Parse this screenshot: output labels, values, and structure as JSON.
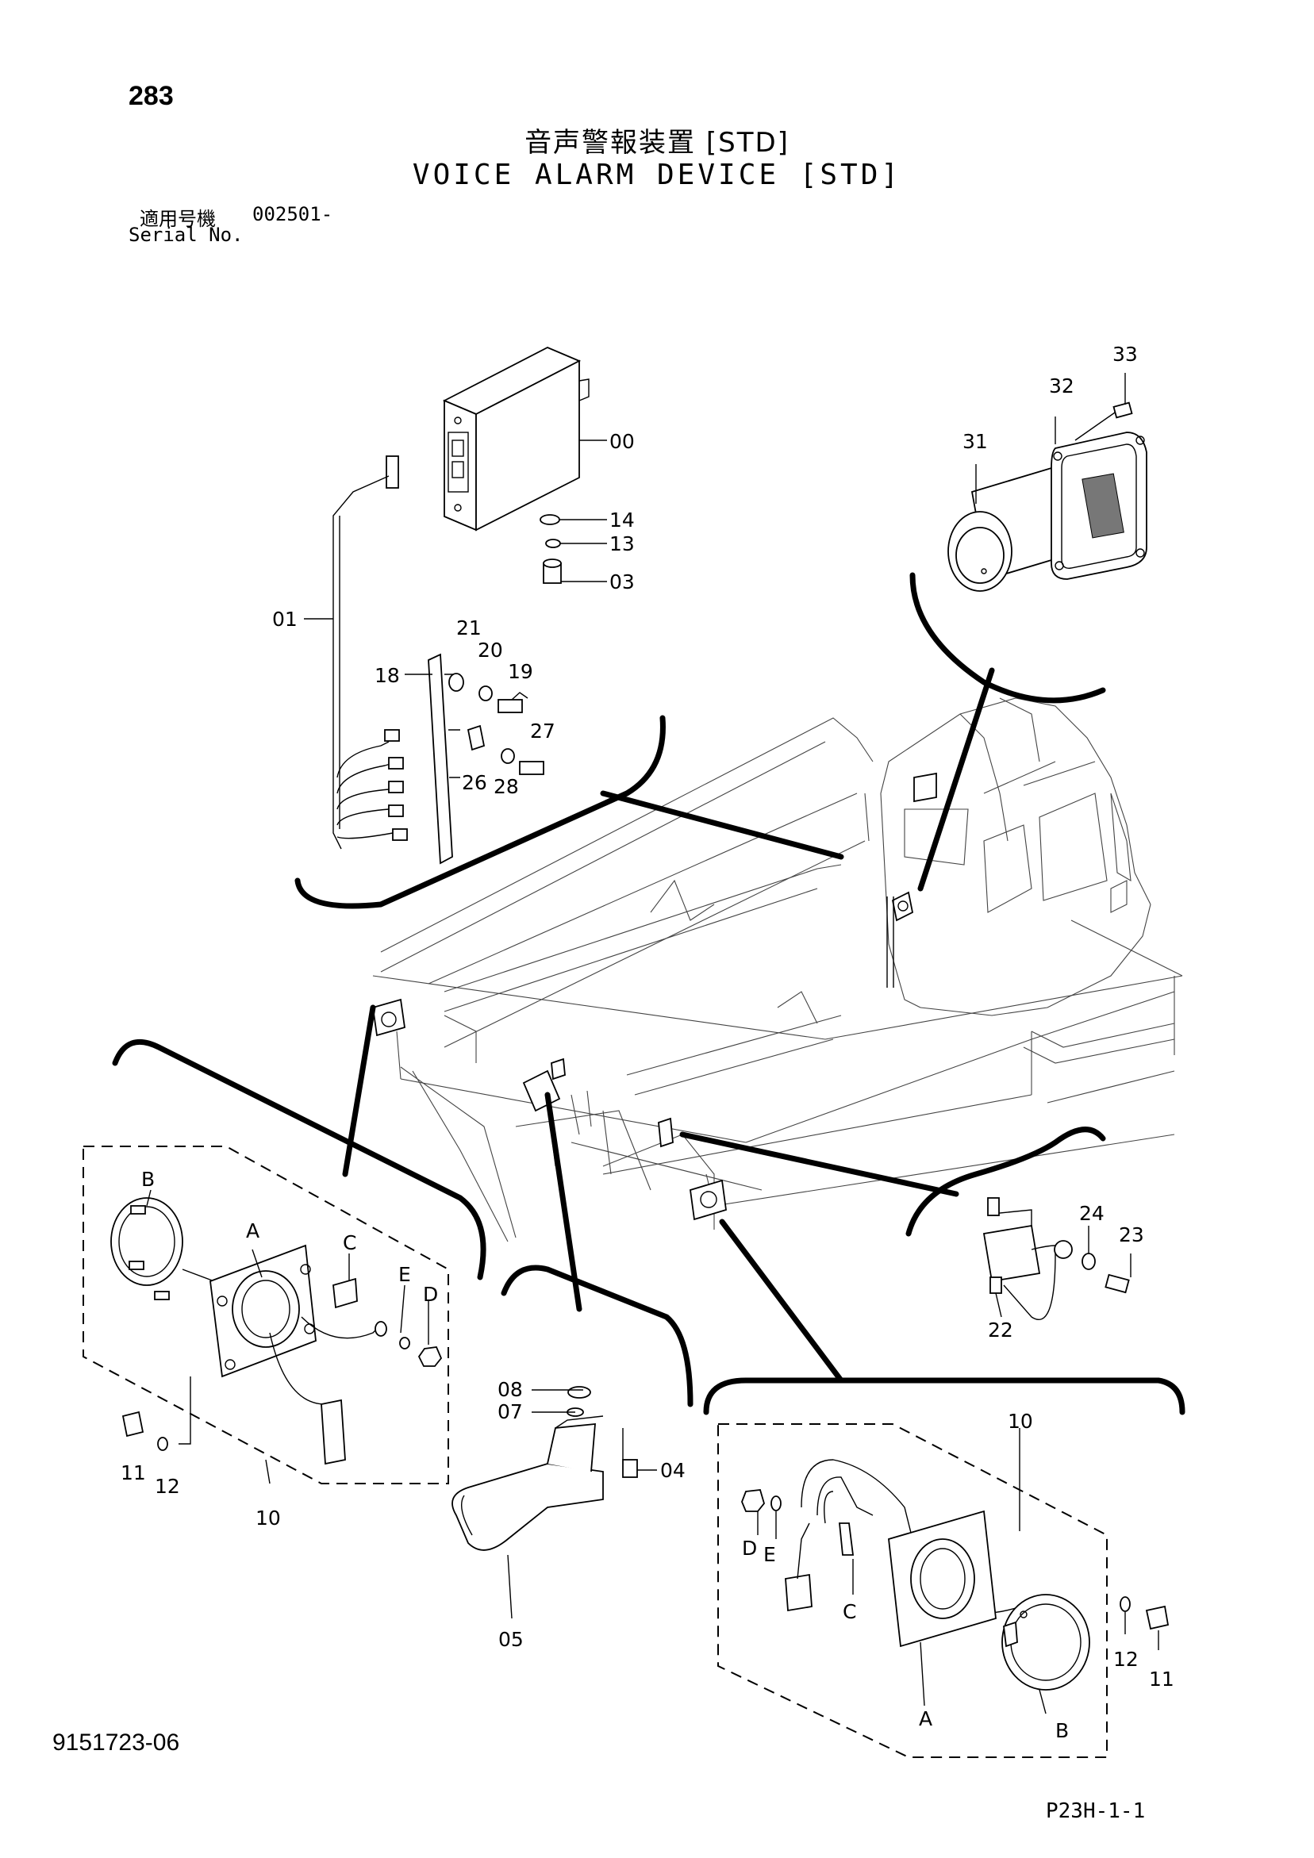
{
  "header": {
    "page_number": "283",
    "title_jp": "音声警報装置 [STD]",
    "title_en": "VOICE ALARM DEVICE [STD]",
    "serial_label_jp": "適用号機",
    "serial_value": "002501-",
    "serial_label_en": "Serial No."
  },
  "callouts": {
    "c00": "00",
    "c01": "01",
    "c03": "03",
    "c04": "04",
    "c05": "05",
    "c07": "07",
    "c08": "08",
    "c10": "10",
    "c11": "11",
    "c12": "12",
    "c13": "13",
    "c14": "14",
    "c18": "18",
    "c19": "19",
    "c20": "20",
    "c21": "21",
    "c22": "22",
    "c23": "23",
    "c24": "24",
    "c26": "26",
    "c27": "27",
    "c28": "28",
    "c31": "31",
    "c32": "32",
    "c33": "33",
    "sub_a": "A",
    "sub_b": "B",
    "sub_c": "C",
    "sub_d": "D",
    "sub_e": "E"
  },
  "footer": {
    "doc_number": "9151723-06",
    "page_ref": "P23H-1-1"
  }
}
